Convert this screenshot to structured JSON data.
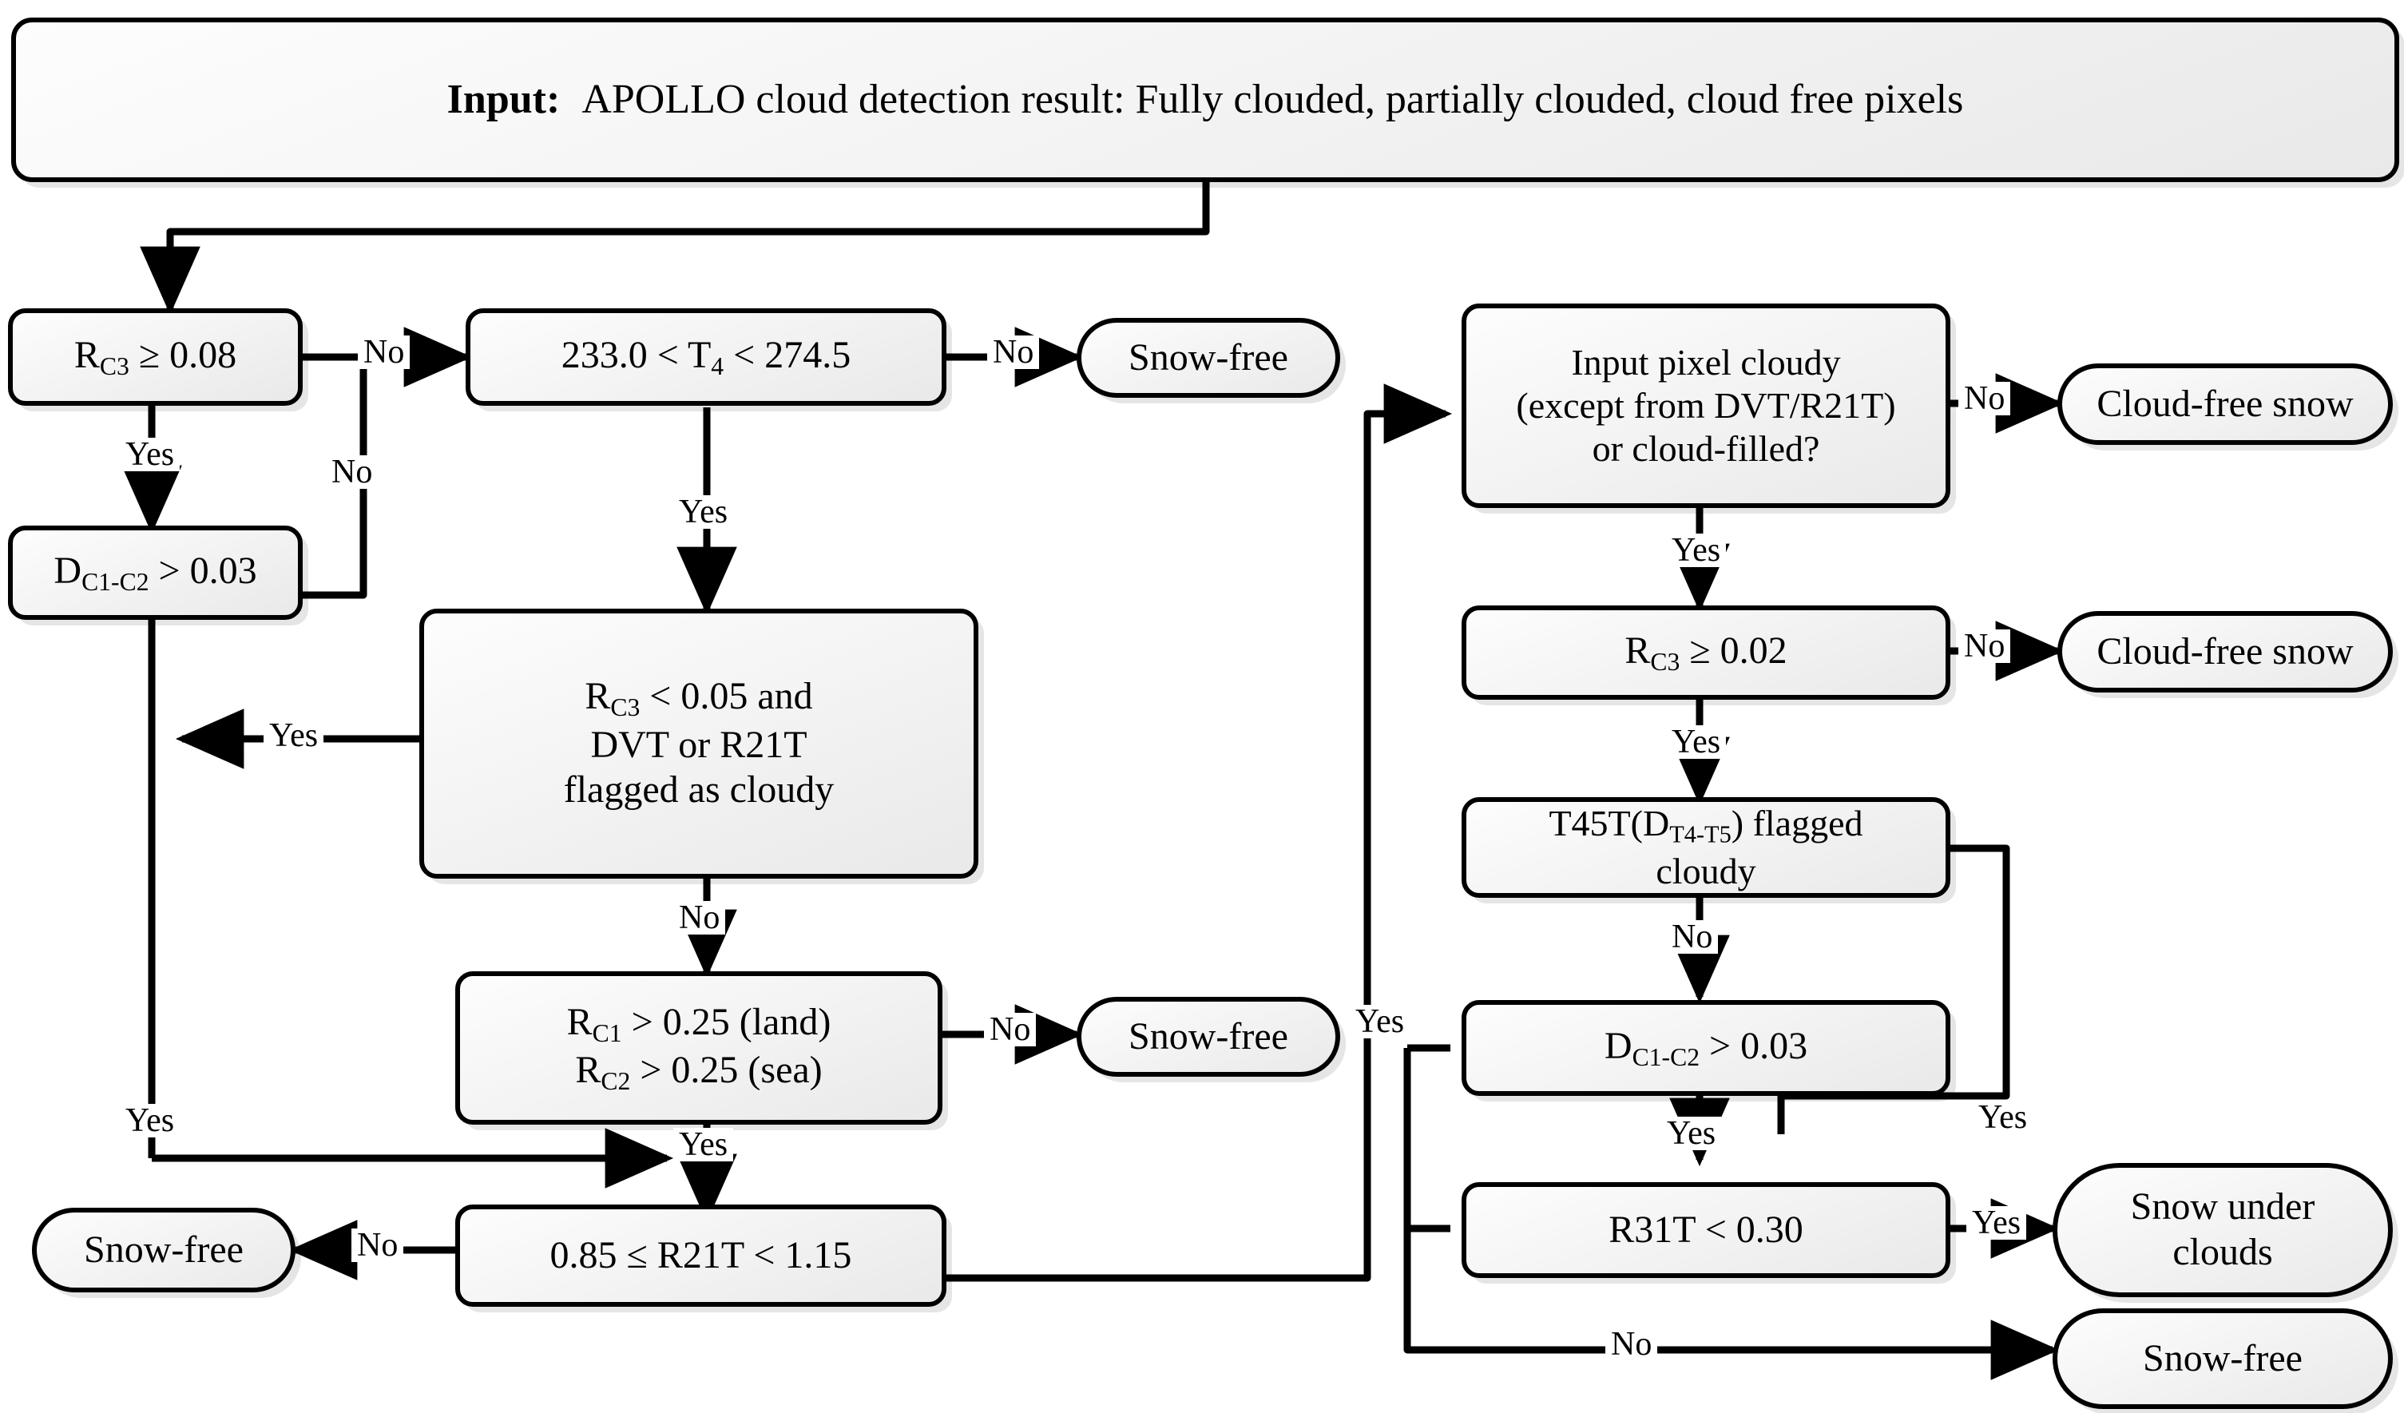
{
  "diagram": {
    "title_node": {
      "label_bold": "Input:",
      "label_rest": "APOLLO cloud detection result: Fully clouded, partially clouded, cloud free pixels"
    },
    "nodes": [
      {
        "id": "rc3_008",
        "shape": "rect",
        "lines": [
          "R_C3 ≥ 0.08"
        ]
      },
      {
        "id": "dc1c2_003_l",
        "shape": "rect",
        "lines": [
          "D_C1-C2 > 0.03"
        ]
      },
      {
        "id": "t4_range",
        "shape": "rect",
        "lines": [
          "233.0 < T_4 < 274.5"
        ]
      },
      {
        "id": "snowfree_1",
        "shape": "term",
        "lines": [
          "Snow-free"
        ]
      },
      {
        "id": "rc3_005_dvt",
        "shape": "rect",
        "lines": [
          "R_C3 < 0.05 and",
          "DVT or R21T",
          "flagged as cloudy"
        ]
      },
      {
        "id": "rc1_rc2_025",
        "shape": "rect",
        "lines": [
          "R_C1 > 0.25 (land)",
          "R_C2 > 0.25 (sea)"
        ]
      },
      {
        "id": "snowfree_2",
        "shape": "term",
        "lines": [
          "Snow-free"
        ]
      },
      {
        "id": "r21t_range",
        "shape": "rect",
        "lines": [
          "0.85 ≤ R21T < 1.15"
        ]
      },
      {
        "id": "snowfree_3",
        "shape": "term",
        "lines": [
          "Snow-free"
        ]
      },
      {
        "id": "input_cloudy",
        "shape": "rect",
        "lines": [
          "Input pixel cloudy",
          "(except from DVT/R21T)",
          "or cloud-filled?"
        ]
      },
      {
        "id": "cfsnow_1",
        "shape": "term",
        "lines": [
          "Cloud-free snow"
        ]
      },
      {
        "id": "rc3_002",
        "shape": "rect",
        "lines": [
          "R_C3 ≥ 0.02"
        ]
      },
      {
        "id": "cfsnow_2",
        "shape": "term",
        "lines": [
          "Cloud-free snow"
        ]
      },
      {
        "id": "t45t",
        "shape": "rect",
        "lines": [
          "T45T(D_T4-T5) flagged",
          "cloudy"
        ]
      },
      {
        "id": "dc1c2_003_r",
        "shape": "rect",
        "lines": [
          "D_C1-C2 > 0.03"
        ]
      },
      {
        "id": "r31t_030",
        "shape": "rect",
        "lines": [
          "R31T < 0.30"
        ]
      },
      {
        "id": "snow_under",
        "shape": "term",
        "lines": [
          "Snow under",
          "clouds"
        ]
      },
      {
        "id": "snowfree_4",
        "shape": "term",
        "lines": [
          "Snow-free"
        ]
      }
    ],
    "edge_labels": {
      "no_rc3_008": "No",
      "yes_rc3_008": "Yes",
      "no_dc1c2_left": "No",
      "no_t4_range": "No",
      "yes_t4_range": "Yes",
      "yes_bigbox": "Yes",
      "no_bigbox": "No",
      "no_rc1rc2": "No",
      "yes_rc1rc2": "Yes",
      "yes_left_spine": "Yes",
      "no_r21t": "No",
      "yes_r21t": "Yes",
      "no_input_cloudy": "No",
      "yes_input_cloudy": "Yes",
      "no_rc3_002": "No",
      "yes_rc3_002": "Yes",
      "no_t45t": "No",
      "yes_t45t": "Yes",
      "yes_dc1c2_right": "Yes",
      "yes_r31t": "Yes",
      "no_r31t": "No"
    },
    "colors": {
      "stroke": "#000000",
      "node_fill_top": "#fdfdfd",
      "node_fill_bottom": "#e9e9e9",
      "background": "#ffffff"
    }
  }
}
